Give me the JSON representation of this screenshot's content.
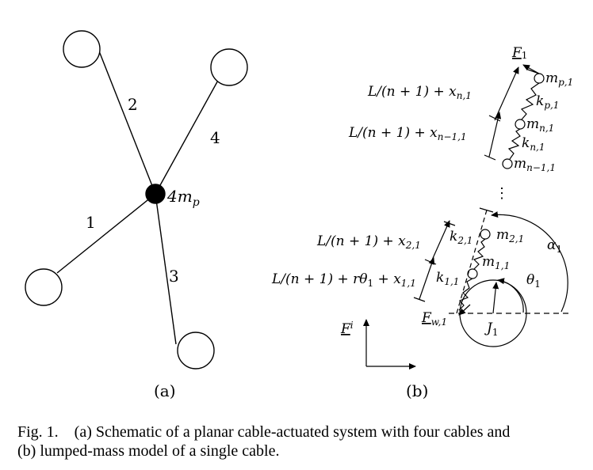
{
  "panel_a": {
    "label": "(a)",
    "cable_labels": [
      "1",
      "2",
      "3",
      "4"
    ],
    "center_mass": {
      "main": "4m",
      "sub": "p"
    }
  },
  "panel_b": {
    "label": "(b)",
    "force_top": {
      "main": "F",
      "sub": "1"
    },
    "force_wheel": {
      "main": "F",
      "sub": "w,1"
    },
    "force_inertial": {
      "main": "F",
      "sub": "i"
    },
    "masses": [
      {
        "main": "m",
        "sub": "p,1"
      },
      {
        "main": "m",
        "sub": "n,1"
      },
      {
        "main": "m",
        "sub": "n−1,1"
      },
      {
        "main": "m",
        "sub": "2,1"
      },
      {
        "main": "m",
        "sub": "1,1"
      }
    ],
    "springs": [
      {
        "main": "k",
        "sub": "p,1"
      },
      {
        "main": "k",
        "sub": "n,1"
      },
      {
        "main": "k",
        "sub": "2,1"
      },
      {
        "main": "k",
        "sub": "1,1"
      }
    ],
    "lengths": [
      {
        "pre": "L/(n + 1) + x",
        "sub": "n,1"
      },
      {
        "pre": "L/(n + 1) + x",
        "sub": "n−1,1"
      },
      {
        "pre": "L/(n + 1) + x",
        "sub": "2,1"
      },
      {
        "pre": "L/(n + 1) + rθ",
        "mid_sub": "1",
        "post": " + x",
        "sub": "1,1"
      }
    ],
    "angles": [
      {
        "main": "α",
        "sub": "1"
      },
      {
        "main": "θ",
        "sub": "1"
      }
    ],
    "drum_inertia": {
      "main": "J",
      "sub": "1"
    },
    "ellipsis": "⋮"
  },
  "caption": {
    "line1": "Fig. 1.    (a) Schematic of a planar cable-actuated system with four cables and",
    "line2": "(b) lumped-mass model of a single cable."
  }
}
